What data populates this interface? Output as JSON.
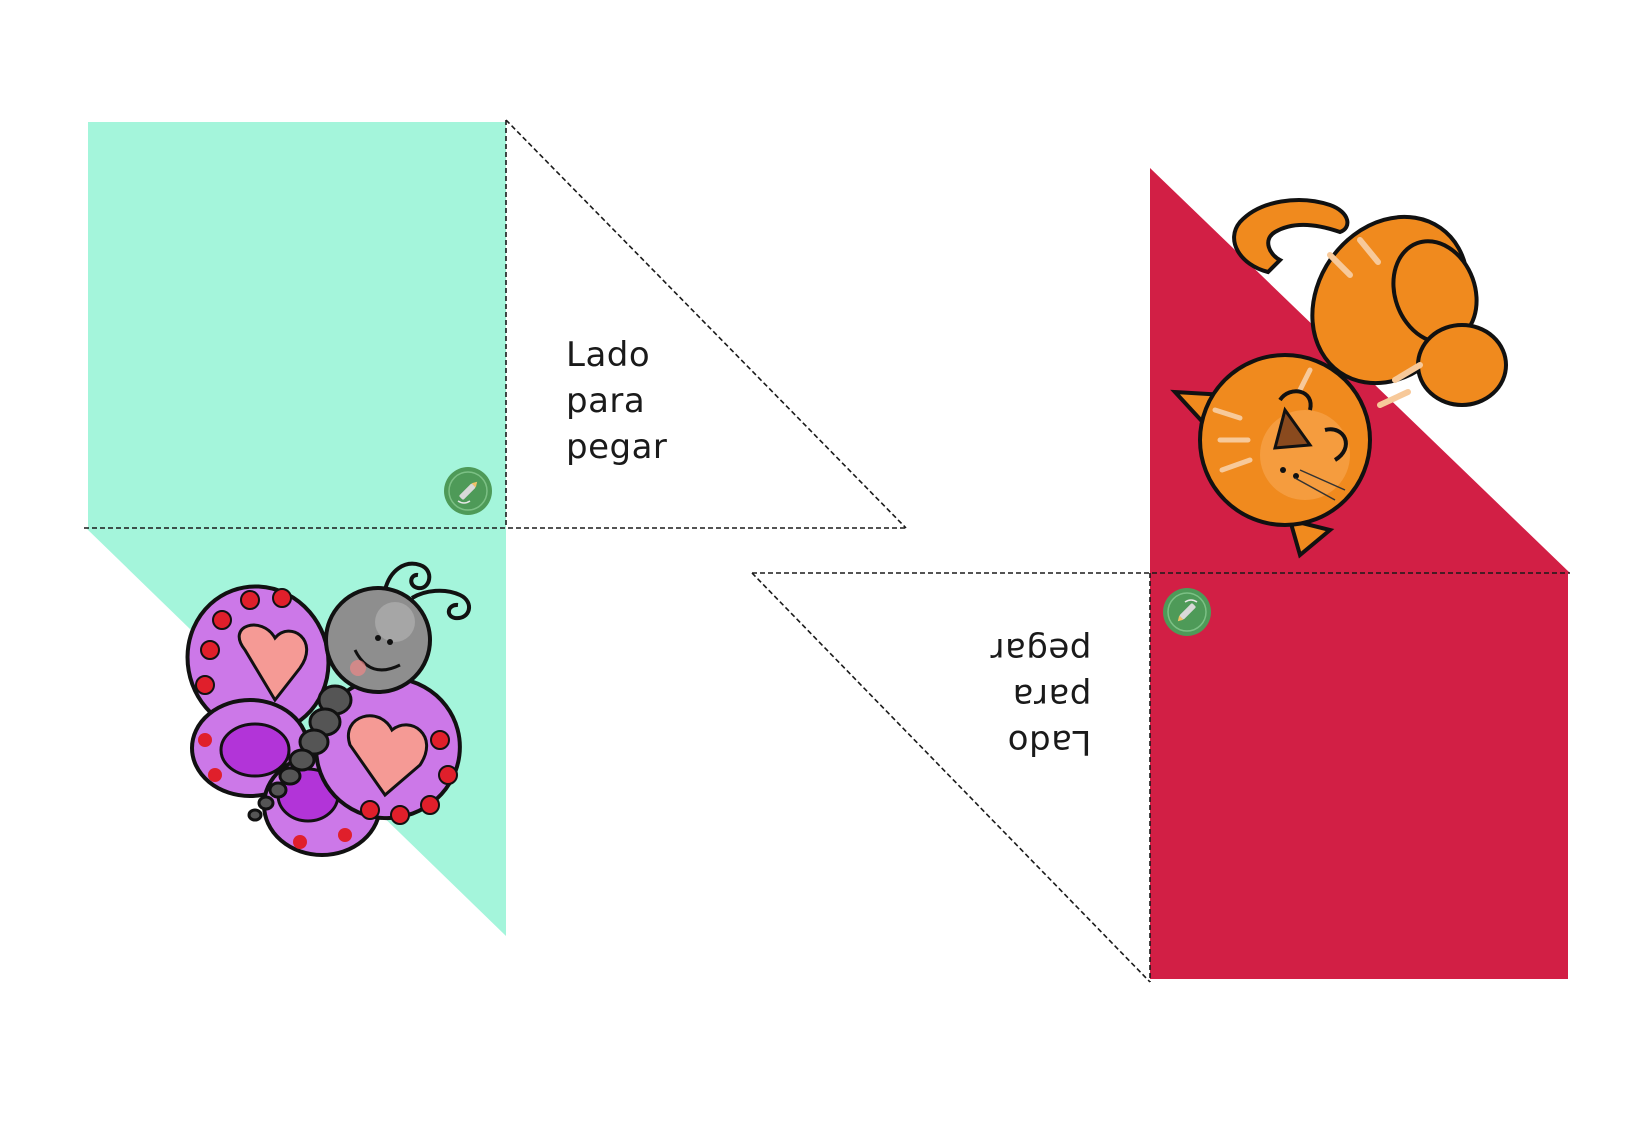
{
  "colors": {
    "mint": "#A4F5DB",
    "crimson": "#D21F45",
    "cut_line": "#1a1a1a",
    "seal": "#4E9A58",
    "butterfly_wing": "#CC78E8",
    "butterfly_spot": "#E01F2B",
    "butterfly_heart": "#F59A95",
    "butterfly_body": "#8E8E8E",
    "cat_orange": "#F08A1E",
    "cat_stripe": "#F7C99A"
  },
  "left_piece": {
    "glue_label": {
      "line1": "Lado",
      "line2": "para",
      "line3": "pegar"
    },
    "illustration": "butterfly",
    "seal_icon": "pencil-seal-icon"
  },
  "right_piece": {
    "glue_label": {
      "line1": "Lado",
      "line2": "para",
      "line3": "pegar"
    },
    "illustration": "cat",
    "seal_icon": "pencil-seal-icon"
  }
}
